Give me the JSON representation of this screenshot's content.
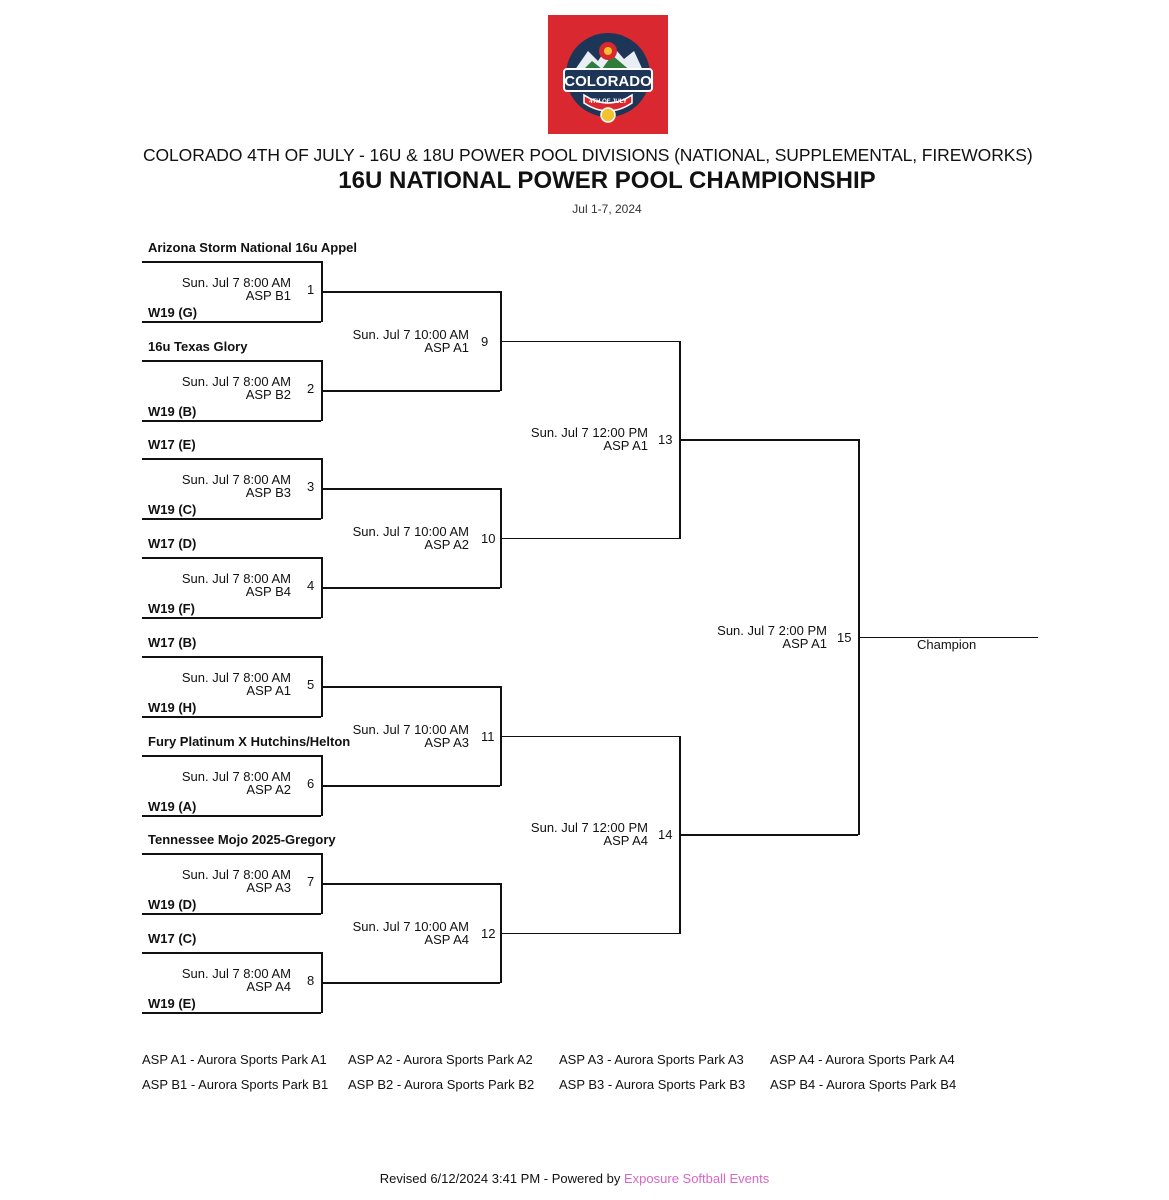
{
  "logo": {
    "top_text": "COLORADO",
    "bottom_text": "4TH OF JULY",
    "bg_color": "#d9282f"
  },
  "header": {
    "event_title": "COLORADO 4TH OF JULY - 16U & 18U POWER POOL DIVISIONS (NATIONAL, SUPPLEMENTAL, FIREWORKS)",
    "bracket_title": "16U NATIONAL POWER POOL CHAMPIONSHIP",
    "dates": "Jul 1-7, 2024"
  },
  "round1": [
    {
      "num": "1",
      "time": "Sun. Jul 7 8:00 AM",
      "field": "ASP B1",
      "top": "Arizona Storm National 16u Appel",
      "bottom": "W19 (G)"
    },
    {
      "num": "2",
      "time": "Sun. Jul 7 8:00 AM",
      "field": "ASP B2",
      "top": "16u Texas Glory",
      "bottom": "W19 (B)"
    },
    {
      "num": "3",
      "time": "Sun. Jul 7 8:00 AM",
      "field": "ASP B3",
      "top": "W17 (E)",
      "bottom": "W19 (C)"
    },
    {
      "num": "4",
      "time": "Sun. Jul 7 8:00 AM",
      "field": "ASP B4",
      "top": "W17 (D)",
      "bottom": "W19 (F)"
    },
    {
      "num": "5",
      "time": "Sun. Jul 7 8:00 AM",
      "field": "ASP A1",
      "top": "W17 (B)",
      "bottom": "W19 (H)"
    },
    {
      "num": "6",
      "time": "Sun. Jul 7 8:00 AM",
      "field": "ASP A2",
      "top": "Fury Platinum X Hutchins/Helton",
      "bottom": "W19 (A)"
    },
    {
      "num": "7",
      "time": "Sun. Jul 7 8:00 AM",
      "field": "ASP A3",
      "top": "Tennessee Mojo 2025-Gregory",
      "bottom": "W19 (D)"
    },
    {
      "num": "8",
      "time": "Sun. Jul 7 8:00 AM",
      "field": "ASP A4",
      "top": "W17 (C)",
      "bottom": "W19 (E)"
    }
  ],
  "round2": [
    {
      "num": "9",
      "time": "Sun. Jul 7 10:00 AM",
      "field": "ASP A1"
    },
    {
      "num": "10",
      "time": "Sun. Jul 7 10:00 AM",
      "field": "ASP A2"
    },
    {
      "num": "11",
      "time": "Sun. Jul 7 10:00 AM",
      "field": "ASP A3"
    },
    {
      "num": "12",
      "time": "Sun. Jul 7 10:00 AM",
      "field": "ASP A4"
    }
  ],
  "round3": [
    {
      "num": "13",
      "time": "Sun. Jul 7 12:00 PM",
      "field": "ASP A1"
    },
    {
      "num": "14",
      "time": "Sun. Jul 7 12:00 PM",
      "field": "ASP A4"
    }
  ],
  "final": {
    "num": "15",
    "time": "Sun. Jul 7 2:00 PM",
    "field": "ASP A1",
    "champion_label": "Champion"
  },
  "legend": [
    [
      "ASP A1 - Aurora Sports Park A1",
      "ASP A2 - Aurora Sports Park A2",
      "ASP A3 - Aurora Sports Park A3",
      "ASP A4 - Aurora Sports Park A4"
    ],
    [
      "ASP B1 - Aurora Sports Park B1",
      "ASP B2 - Aurora Sports Park B2",
      "ASP B3 - Aurora Sports Park B3",
      "ASP B4 - Aurora Sports Park B4"
    ]
  ],
  "footer": {
    "revised": "Revised 6/12/2024 3:41 PM - Powered by ",
    "link": "Exposure Softball Events"
  }
}
